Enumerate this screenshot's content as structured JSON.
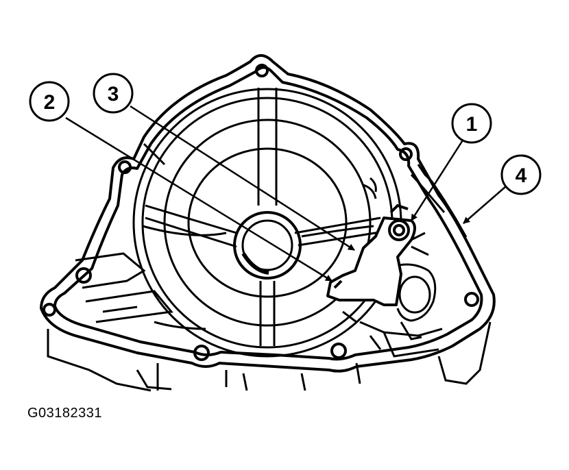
{
  "figure": {
    "caption": "G03182331"
  },
  "callouts": [
    {
      "id": "1",
      "label": "1"
    },
    {
      "id": "2",
      "label": "2"
    },
    {
      "id": "3",
      "label": "3"
    },
    {
      "id": "4",
      "label": "4"
    }
  ],
  "colors": {
    "ink": "#000000",
    "paper": "#ffffff"
  }
}
